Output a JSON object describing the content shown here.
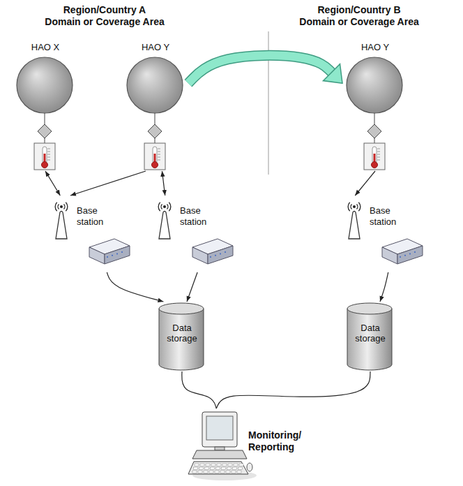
{
  "diagram": {
    "nodes": [
      {
        "text": [
          "HAO X"
        ]
      },
      {
        "text": [
          "HAO Y"
        ]
      },
      {
        "text": [
          "HAO Y"
        ]
      },
      {
        "text": [
          "Base station"
        ]
      },
      {
        "text": [
          "Base station"
        ]
      },
      {
        "text": [
          "Base station"
        ]
      },
      {
        "text": [
          "Data storage"
        ]
      },
      {
        "text": [
          "Data storage"
        ]
      },
      {
        "text": [
          "Monitoring/ Reporting"
        ]
      }
    ],
    "edges": [
      {
        "from": 1,
        "to": 2,
        "arrow": "to"
      },
      {
        "from": 0,
        "to": 3,
        "arrow": "both"
      },
      {
        "from": 1,
        "to": 3,
        "arrow": "to"
      },
      {
        "from": 1,
        "to": 4,
        "arrow": "both"
      },
      {
        "from": 2,
        "to": 5,
        "arrow": "to"
      },
      {
        "from": 3,
        "to": 6,
        "arrow": "to"
      },
      {
        "from": 4,
        "to": 6,
        "arrow": "to"
      },
      {
        "from": 5,
        "to": 7,
        "arrow": "to"
      },
      {
        "from": 6,
        "to": 8,
        "arrow": "none"
      },
      {
        "from": 7,
        "to": 8,
        "arrow": "none"
      }
    ],
    "labels": [
      "Region/Country A Domain or Coverage Area",
      "Region/Country B Domain or Coverage Area"
    ]
  }
}
